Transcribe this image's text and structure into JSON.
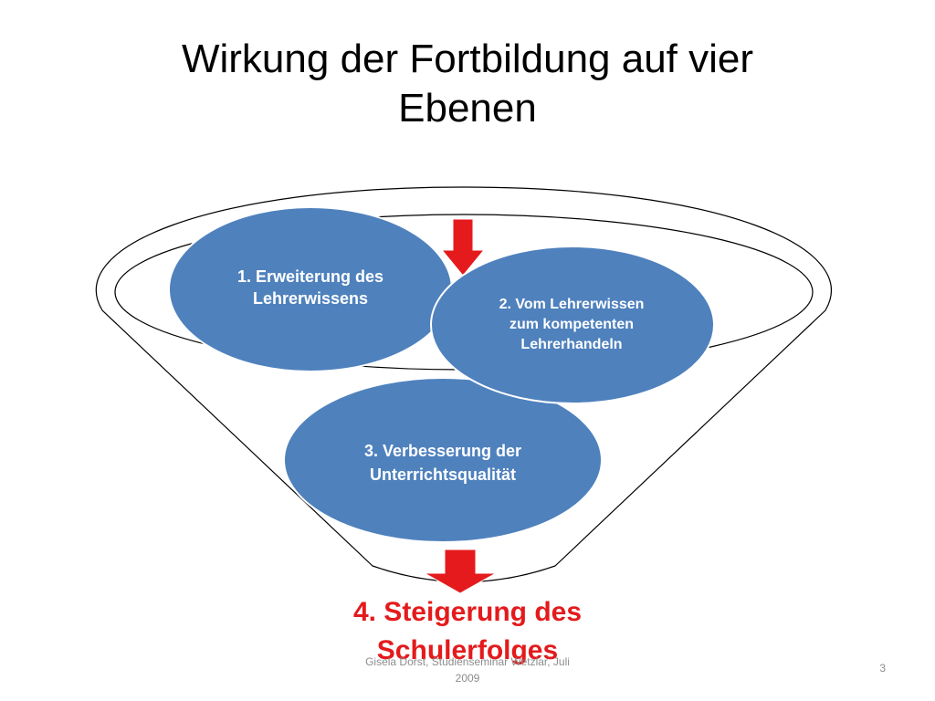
{
  "slide": {
    "title_line_1": "Wirkung der Fortbildung auf vier",
    "title_line_2": "Ebenen"
  },
  "diagram": {
    "level_1": {
      "line_1": "1. Erweiterung des",
      "line_2": "Lehrerwissens"
    },
    "level_2": {
      "line_1": "2. Vom Lehrerwissen",
      "line_2": "zum kompetenten",
      "line_3": "Lehrerhandeln"
    },
    "level_3": {
      "line_1": "3. Verbesserung der",
      "line_2": "Unterrichtsqualität"
    },
    "level_4": {
      "line_1": "4. Steigerung des",
      "line_2": "Schulerfolges"
    }
  },
  "footer": {
    "line_1": "Gisela Dorst, Studienseminar Wetzlar, Juli",
    "line_2": "2009",
    "page_number": "3"
  },
  "colors": {
    "circle_fill": "#4f81bd",
    "arrow_fill": "#e41a1c",
    "level_4_text": "#e41a1c"
  }
}
